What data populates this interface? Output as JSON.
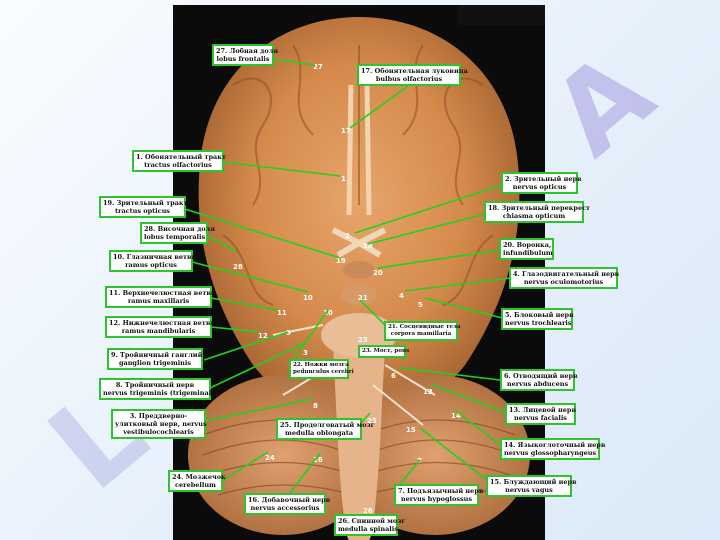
{
  "colors": {
    "border": "#2ec42e",
    "line": "#1fd21f",
    "background": "#e6f0fb"
  },
  "labels": [
    {
      "id": "l27",
      "num": "27",
      "ru": "27. Лобная доля",
      "la": "lobus frontalis"
    },
    {
      "id": "l17",
      "num": "17",
      "ru": "17. Обонятельная луковица",
      "la": "bulbus olfactorius"
    },
    {
      "id": "l1",
      "num": "1",
      "ru": "1. Обонятельный тракт",
      "la": "tractus olfactorius"
    },
    {
      "id": "l2",
      "num": "2",
      "ru": "2. Зрительный нерв",
      "la": "nervus opticus"
    },
    {
      "id": "l19",
      "num": "19",
      "ru": "19. Зрительный тракт",
      "la": "tractus opticus"
    },
    {
      "id": "l18",
      "num": "18",
      "ru": "18. Зрительный перекрест",
      "la": "chiasma opticum"
    },
    {
      "id": "l28",
      "num": "28",
      "ru": "28. Височная доля",
      "la": "lobus temporalis"
    },
    {
      "id": "l20",
      "num": "20",
      "ru": "20. Воронка,",
      "la": "infundibulum"
    },
    {
      "id": "l10",
      "num": "10",
      "ru": "10. Глазничная ветвь",
      "la": "ramus opticus"
    },
    {
      "id": "l4",
      "num": "4",
      "ru": "4. Глазодвигательный нерв",
      "la": "nervus oculomotorius"
    },
    {
      "id": "l11",
      "num": "11",
      "ru": "11. Верхнечелюстная ветвь",
      "la": "ramus maxillaris"
    },
    {
      "id": "l5",
      "num": "5",
      "ru": "5. Блоковый нерв",
      "la": "nervus trochlearis"
    },
    {
      "id": "l12",
      "num": "12",
      "ru": "12. Нижнечелюстная ветвь",
      "la": "ramus mandibularis"
    },
    {
      "id": "l21",
      "num": "21",
      "ru": "21. Сосцевидные тела",
      "la": "corpora mamillaria"
    },
    {
      "id": "l23",
      "num": "23",
      "ru": "23. Мост, pons",
      "la": ""
    },
    {
      "id": "l9",
      "num": "9",
      "ru": "9. Тройничный ганглий",
      "la": "ganglion trigeminis"
    },
    {
      "id": "l22",
      "num": "22",
      "ru": "22. Ножки мозга",
      "la": "pedunculus cerebri"
    },
    {
      "id": "l8",
      "num": "8",
      "ru": "8. Тройничный нерв",
      "la": "nervus trigeminis (trigeminalis)"
    },
    {
      "id": "l6",
      "num": "6",
      "ru": "6. Отводящий нерв",
      "la": "nervus abducens"
    },
    {
      "id": "l3",
      "num": "3",
      "ru": "3. Преддверно-",
      "ru2": "улитковый нерв, nervus",
      "la": "vestibulocochlearis"
    },
    {
      "id": "l13",
      "num": "13",
      "ru": "13. Лицевой нерв",
      "la": "nervus facialis"
    },
    {
      "id": "l25",
      "num": "25",
      "ru": "25. Продолговатый мозг",
      "la": "medulla oblongata"
    },
    {
      "id": "l14",
      "num": "14",
      "ru": "14. Языкоглоточный нерв",
      "la": "nervus glossopharyngeus"
    },
    {
      "id": "l24",
      "num": "24",
      "ru": "24. Мозжечок",
      "la": "cerebellum"
    },
    {
      "id": "l15",
      "num": "15",
      "ru": "15. Блуждающий нерв",
      "la": "nervus vagus"
    },
    {
      "id": "l16",
      "num": "16",
      "ru": "16. Добавочный нерв",
      "la": "nervus accessorius"
    },
    {
      "id": "l7",
      "num": "7",
      "ru": "7. Подъязычный нерв",
      "la": "nervus hypoglossus"
    },
    {
      "id": "l26",
      "num": "26",
      "ru": "26. Спинной мозг",
      "la": "medulla spinalis"
    }
  ]
}
